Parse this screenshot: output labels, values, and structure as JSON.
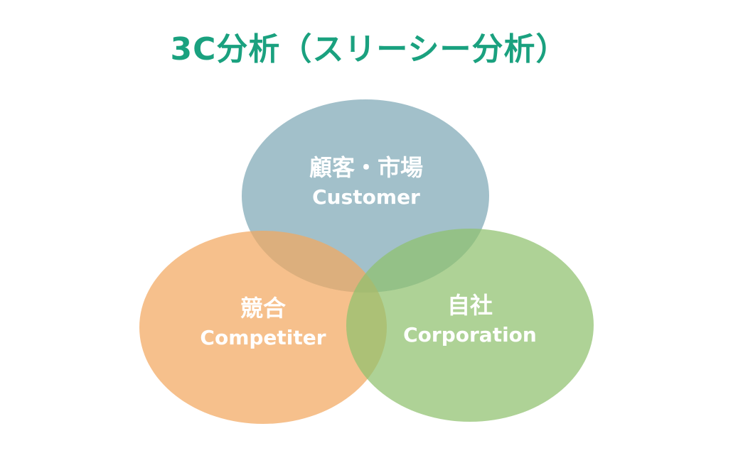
{
  "title": "3C分析（スリーシー分析）",
  "circles": {
    "customer": {
      "jp": "顧客・市場",
      "en": "Customer",
      "color": "#7ea8b5"
    },
    "competitor": {
      "jp": "競合",
      "en": "Competiter",
      "color": "#f2a860"
    },
    "corporation": {
      "jp": "自社",
      "en": "Corporation",
      "color": "#8fc06e"
    }
  },
  "title_color": "#1aa17f"
}
